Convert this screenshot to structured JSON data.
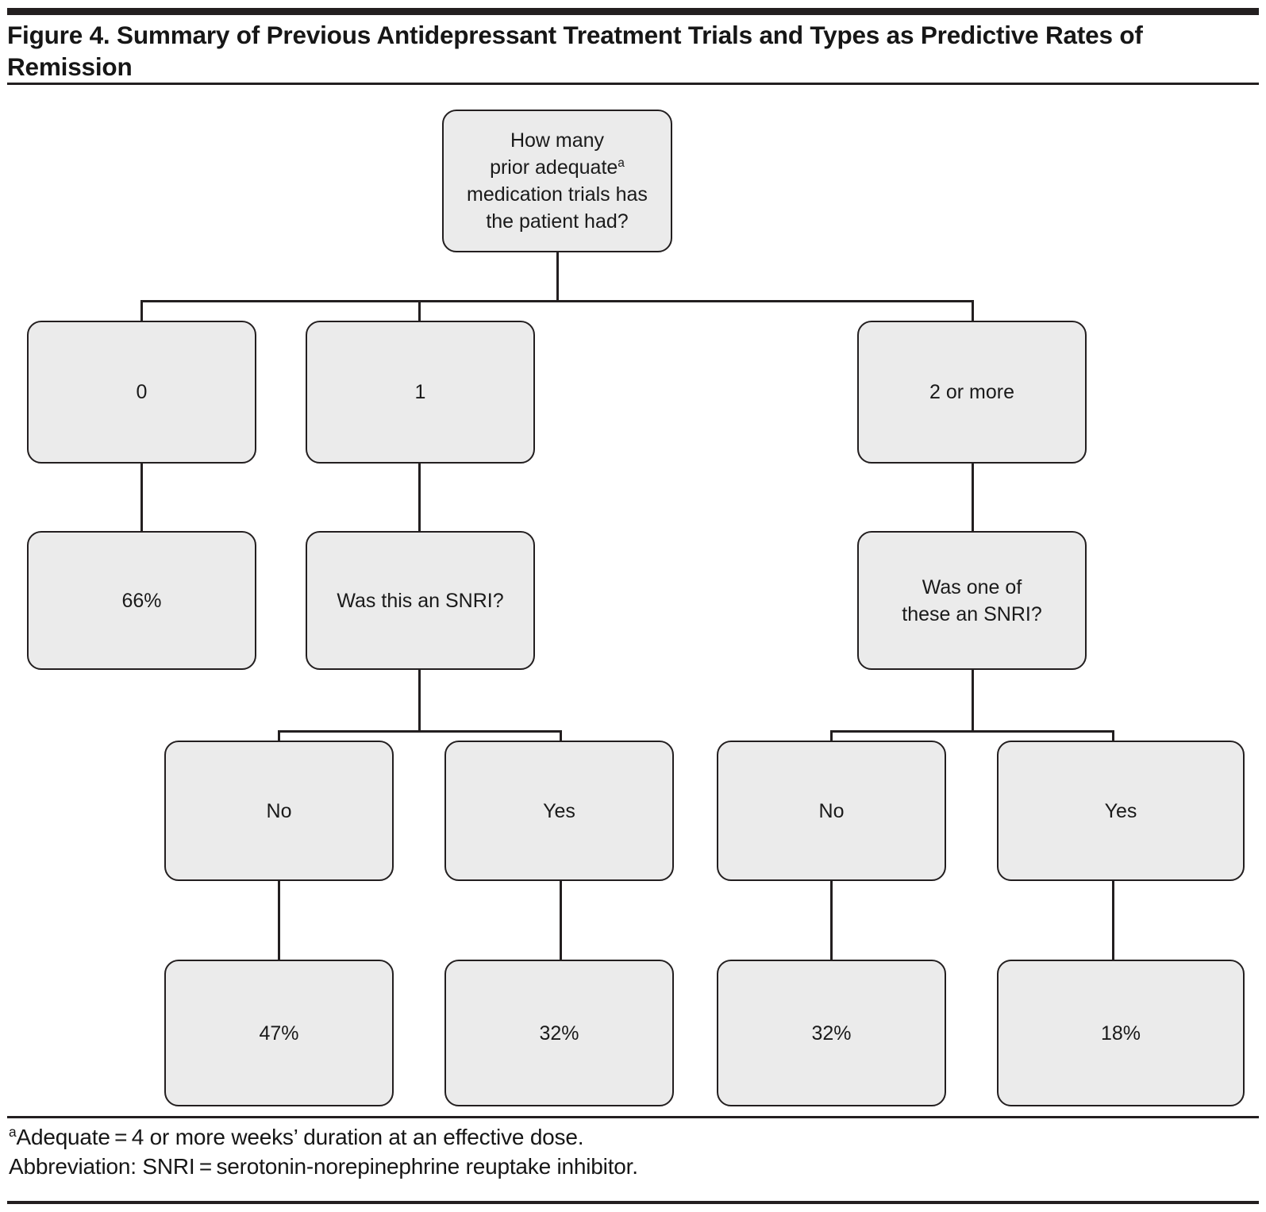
{
  "figure": {
    "title": "Figure 4. Summary of Previous Antidepressant Treatment Trials and Types as Predictive Rates of Remission",
    "colors": {
      "node_fill": "#ebebeb",
      "node_border": "#231f20",
      "rule": "#231f20",
      "text": "#1a1a1a"
    }
  },
  "nodes": {
    "root": {
      "text": "How many\nprior adequate",
      "superscript": "a",
      "text_after": "\nmedication trials has\nthe patient had?"
    },
    "branch_0": {
      "text": "0"
    },
    "branch_1": {
      "text": "1"
    },
    "branch_2plus": {
      "text": "2 or more"
    },
    "result_0": {
      "text": "66%"
    },
    "question_snri_1": {
      "text": "Was this an SNRI?"
    },
    "question_snri_2": {
      "text": "Was one of\nthese an SNRI?"
    },
    "snri1_no": {
      "text": "No"
    },
    "snri1_yes": {
      "text": "Yes"
    },
    "snri2_no": {
      "text": "No"
    },
    "snri2_yes": {
      "text": "Yes"
    },
    "result_snri1_no": {
      "text": "47%"
    },
    "result_snri1_yes": {
      "text": "32%"
    },
    "result_snri2_no": {
      "text": "32%"
    },
    "result_snri2_yes": {
      "text": "18%"
    }
  },
  "footnotes": {
    "marker": "a",
    "line1": "Adequate = 4 or more weeks’ duration at an effective dose.",
    "line2": "Abbreviation: SNRI = serotonin-norepinephrine reuptake inhibitor."
  },
  "chart_data": {
    "type": "tree",
    "title": "Figure 4. Summary of Previous Antidepressant Treatment Trials and Types as Predictive Rates of Remission",
    "root_question": "How many prior adequate (a) medication trials has the patient had?",
    "paths": [
      {
        "prior_trials": "0",
        "snri": null,
        "remission_rate_percent": 66
      },
      {
        "prior_trials": "1",
        "snri": "No",
        "remission_rate_percent": 47
      },
      {
        "prior_trials": "1",
        "snri": "Yes",
        "remission_rate_percent": 32
      },
      {
        "prior_trials": "2 or more",
        "snri": "No",
        "remission_rate_percent": 32
      },
      {
        "prior_trials": "2 or more",
        "snri": "Yes",
        "remission_rate_percent": 18
      }
    ],
    "units": "%",
    "measure": "Predictive rate of remission"
  }
}
